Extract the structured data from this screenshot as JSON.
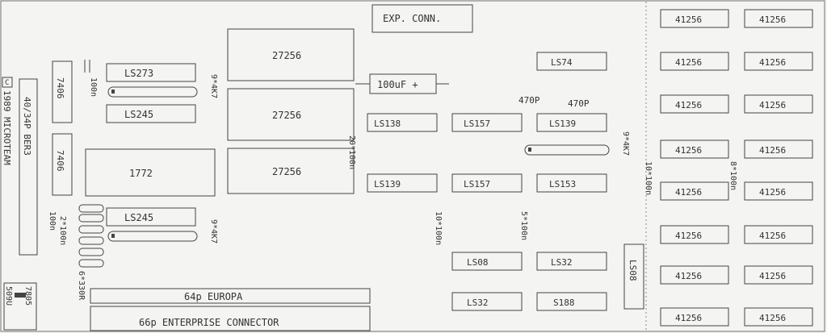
{
  "copyright": "1989 MICROTEAM",
  "copyright_symbol": "C",
  "connectors": {
    "exp_conn": "EXP. CONN.",
    "ber3": "40/34P BER3",
    "europa": "64p EUROPA",
    "enterprise": "66p ENTERPRISE CONNECTOR"
  },
  "regulator": {
    "part": "7805",
    "sub": "509U"
  },
  "chips": {
    "ls273": "LS273",
    "ls245_top": "LS245",
    "ls245_bottom": "LS245",
    "g7406_a": "7406",
    "g7406_b": "7406",
    "c1772": "1772",
    "eprom_1": "27256",
    "eprom_2": "27256",
    "eprom_3": "27256",
    "ls74": "LS74",
    "ls138_a": "LS138",
    "ls157_a": "LS157",
    "ls139_a": "LS139",
    "ls139_b": "LS139",
    "ls157_b": "LS157",
    "ls153": "LS153",
    "ls08_a": "LS08",
    "ls32_a": "LS32",
    "ls32_b": "LS32",
    "s188": "S188",
    "ls08_b": "LS08",
    "dram": [
      "41256",
      "41256",
      "41256",
      "41256",
      "41256",
      "41256",
      "41256",
      "41256",
      "41256",
      "41256",
      "41256",
      "41256",
      "41256",
      "41256",
      "41256",
      "41256"
    ]
  },
  "resistor_packs": {
    "sip_1": "9*4K7",
    "sip_2": "9*4K7",
    "sip_3": "9*4K7"
  },
  "components": {
    "cap_100uf": "100uF +",
    "cap_470p_1": "470P",
    "cap_470p_2": "470P",
    "cap_100n_a": "100n",
    "cap_100n_b": "100n",
    "cap_20_100n": "20*100n",
    "cap_2_100n": "2*100n",
    "cap_10_100n": "10*100n",
    "cap_5_100n": "5*100n",
    "cap_10_100n_b": "10*100n",
    "cap_8_100n": "8*100n",
    "res_6_330r": "6*330R"
  }
}
